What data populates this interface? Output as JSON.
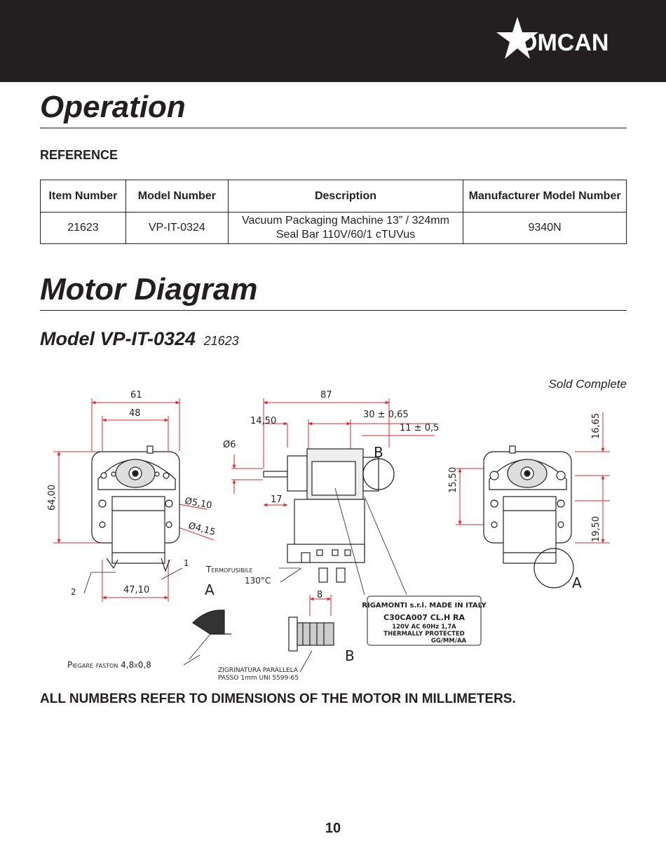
{
  "header": {
    "brand": "OMCAN"
  },
  "sections": {
    "operation_title": "Operation",
    "reference_label": "REFERENCE",
    "motor_title": "Motor Diagram"
  },
  "table": {
    "headers": [
      "Item Number",
      "Model Number",
      "Description",
      "Manufacturer Model Number"
    ],
    "rows": [
      [
        "21623",
        "VP-IT-0324",
        "Vacuum Packaging Machine 13” / 324mm Seal Bar 110V/60/1 cTUVus",
        "9340N"
      ]
    ]
  },
  "model": {
    "title": "Model VP-IT-0324",
    "item": "21623",
    "sold": "Sold Complete"
  },
  "diagram": {
    "dims": {
      "d61": "61",
      "d48": "48",
      "d87": "87",
      "d1450": "14,50",
      "d30": "30 ± 0,65",
      "d11": "11 ± 0,5",
      "phi6": "Ø6",
      "d17": "17",
      "d64": "64,00",
      "phi510": "Ø5,10",
      "phi415": "Ø4,15",
      "d4710": "47,10",
      "d8": "8",
      "d1550": "15,50",
      "d1665": "16,65",
      "d1950": "19,50"
    },
    "labels": {
      "b_top": "B",
      "a_mid": "A",
      "a_right": "A",
      "b_bottom": "B",
      "n1": "1",
      "n2": "2",
      "termofusibile": "Termofusibile",
      "temp": "130°C",
      "piegare": "Piegare faston 4,8x0,8",
      "zigrinatura": "ZIGRINATURA PARALLELA",
      "passo": "PASSO 1mm UNI 5599-65"
    },
    "nameplate": {
      "line1": "RIGAMONTI s.r.l. MADE IN ITALY",
      "line2": "C30CA007 CL.H RA",
      "line3": "120V AC 60Hz 1,7A",
      "line4": "THERMALLY PROTECTED",
      "line5": "GG/MM/AA"
    }
  },
  "footer": {
    "note": "ALL NUMBERS REFER TO DIMENSIONS OF THE MOTOR IN MILLIMETERS.",
    "page": "10"
  },
  "colors": {
    "header_bg": "#231f20",
    "dimension_red": "#e3262d",
    "text": "#231f20"
  }
}
